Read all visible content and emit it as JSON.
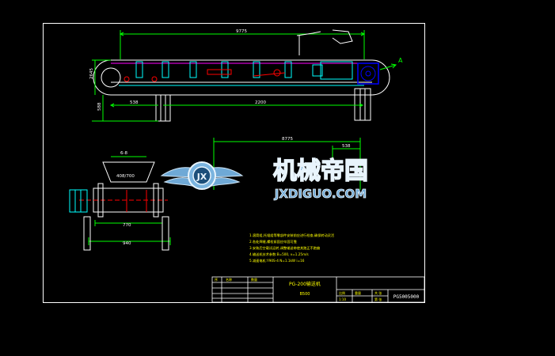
{
  "dimensions": {
    "top_length": "9775",
    "height_total": "2645",
    "support_height": "588",
    "left_offset": "538",
    "support_span": "2200",
    "mid_length": "8775",
    "mid_right": "538",
    "plan_top": "6-8",
    "plan_belt": "408/700",
    "plan_inner": "770",
    "plan_outer": "940"
  },
  "view_marker": "A",
  "watermark": {
    "title_cn": "机械帝国",
    "site": "JXDIGUO.COM"
  },
  "notes": [
    "1.滚筒组,托辊组等零部件安装前应进行检查,确保转动灵活",
    "2.各处焊缝,螺栓紧固应牢固可靠",
    "3.安装后空载试运转,调整输送带使其跑正不跑偏",
    "4.输送机技术参数:B=500, v=1.25m/s",
    "5.减速电机:Y90S-4 N=1.1kW i=16"
  ],
  "title_block": {
    "model": "PG-200输送机",
    "sub": "B500",
    "drawing_no": "PG5005000",
    "cells": [
      "序",
      "名称",
      "数量",
      "比例",
      "重量",
      "共 张",
      "第 张",
      "1:10"
    ]
  }
}
